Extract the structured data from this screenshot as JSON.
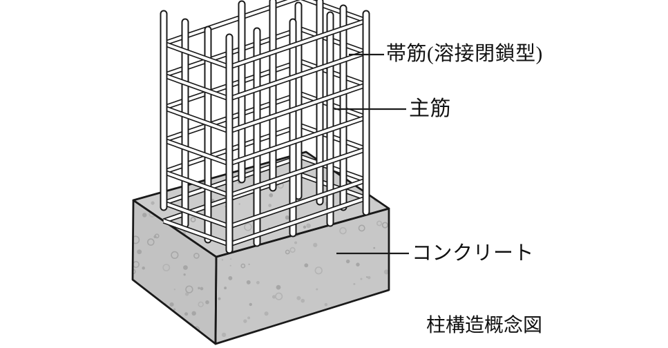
{
  "caption": "柱構造概念図",
  "labels": {
    "hoop": {
      "text": "帯筋(溶接閉鎖型)"
    },
    "main_bar": {
      "text": "主筋"
    },
    "concrete": {
      "text": "コンクリート"
    }
  },
  "figure": {
    "type": "isometric-structural-diagram",
    "parts": [
      "hoop-ties-welded-closed",
      "main-reinforcement-bars",
      "concrete-footing"
    ],
    "hoop_count": 7,
    "colors": {
      "line": "#1a1a1a",
      "bar_fill": "#ffffff",
      "concrete_top": "#cccccc",
      "concrete_left": "#c2c2c2",
      "concrete_right": "#c7c7c7",
      "speckle_dark": "#a6a6a6",
      "speckle_light": "#b3b3b3",
      "background": "#ffffff"
    }
  }
}
